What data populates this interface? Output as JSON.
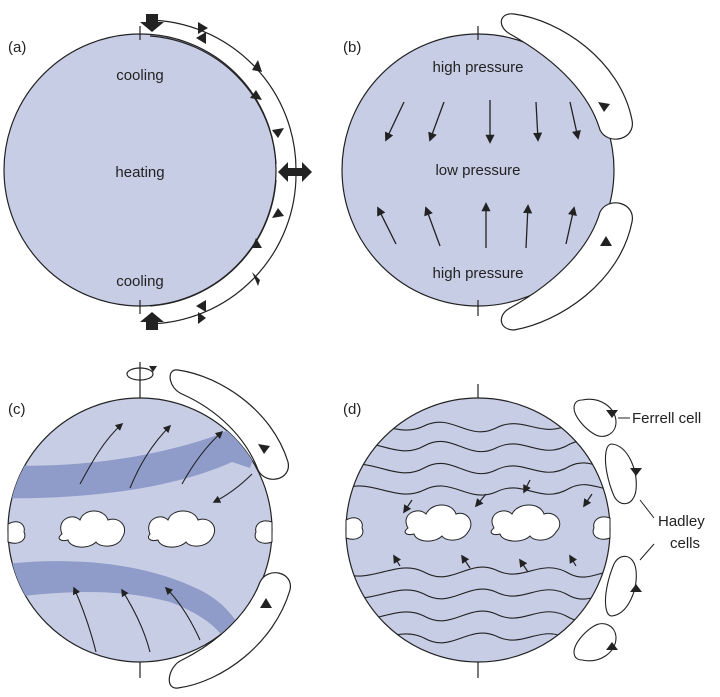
{
  "panels": {
    "a": {
      "label": "(a)",
      "text_top": "cooling",
      "text_mid": "heating",
      "text_bottom": "cooling"
    },
    "b": {
      "label": "(b)",
      "text_top": "high pressure",
      "text_mid": "low pressure",
      "text_bottom": "high pressure"
    },
    "c": {
      "label": "(c)"
    },
    "d": {
      "label": "(d)",
      "ferrell": "Ferrell cell",
      "hadley_1": "Hadley",
      "hadley_2": "cells"
    }
  },
  "colors": {
    "globe_fill": "#c8cde6",
    "band_fill": "#8f9cc9",
    "stroke": "#222222"
  }
}
